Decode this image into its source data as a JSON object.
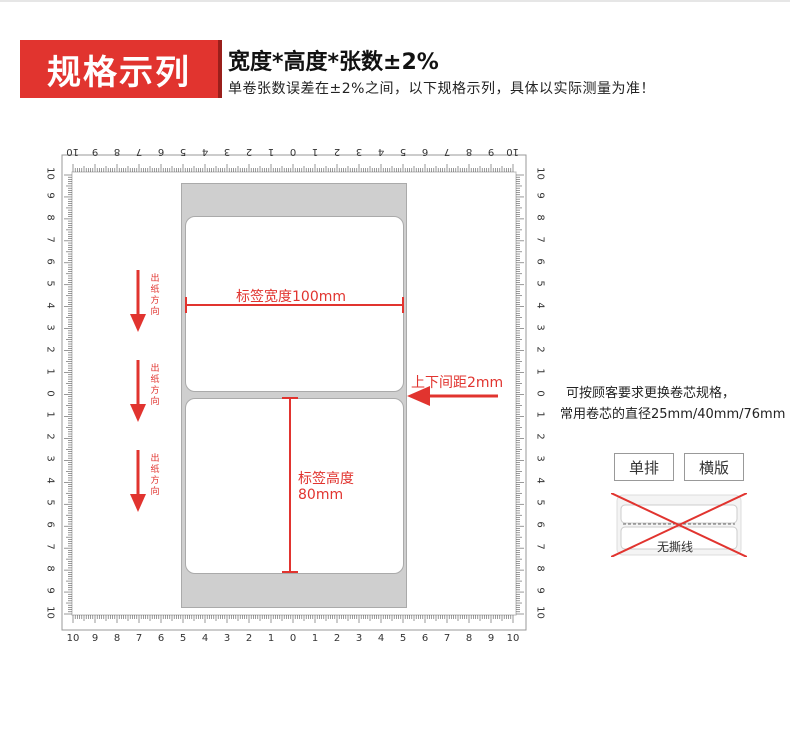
{
  "header": {
    "badge": "规格示列",
    "headline": "宽度*高度*张数±2%",
    "subline": "单卷张数误差在±2%之间，以下规格示列，具体以实际测量为准！"
  },
  "ruler": {
    "top_labels": [
      "10",
      "9",
      "8",
      "7",
      "6",
      "5",
      "4",
      "3",
      "2",
      "1",
      "0",
      "1",
      "2",
      "3",
      "4",
      "5",
      "6",
      "7",
      "8",
      "9",
      "10"
    ],
    "bottom_labels": [
      "10",
      "9",
      "8",
      "7",
      "6",
      "5",
      "4",
      "3",
      "2",
      "1",
      "0",
      "1",
      "2",
      "3",
      "4",
      "5",
      "6",
      "7",
      "8",
      "9",
      "10"
    ],
    "left_labels": [
      "10",
      "9",
      "8",
      "7",
      "6",
      "5",
      "4",
      "3",
      "2",
      "1",
      "0",
      "1",
      "2",
      "3",
      "4",
      "5",
      "6",
      "7",
      "8",
      "9",
      "10"
    ],
    "right_labels": [
      "10",
      "9",
      "8",
      "7",
      "6",
      "5",
      "4",
      "3",
      "2",
      "1",
      "0",
      "1",
      "2",
      "3",
      "4",
      "5",
      "6",
      "7",
      "8",
      "9",
      "10"
    ]
  },
  "annotations": {
    "width_label": "标签宽度100mm",
    "gap_label": "上下间距2mm",
    "height_label_line1": "标签高度",
    "height_label_line2": "80mm",
    "feed_direction": "出纸方向"
  },
  "side": {
    "note_line1": "可按顾客要求更换卷芯规格，",
    "note_line2": "常用卷芯的直径25mm/40mm/76mm",
    "option_single": "单排",
    "option_horizontal": "横版",
    "no_tear_line": "无撕线"
  },
  "colors": {
    "accent_red": "#e1342f",
    "ruler_gray": "#555555",
    "label_gray": "#cfcfcf"
  }
}
